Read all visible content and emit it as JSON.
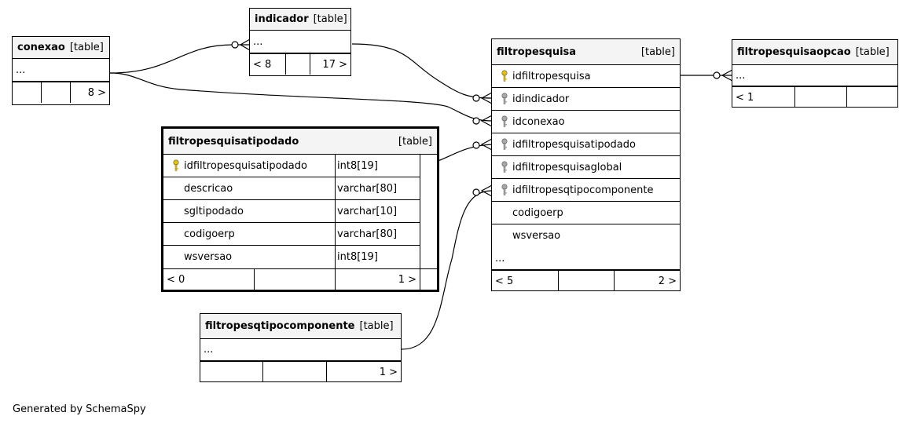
{
  "tables": {
    "indicador": {
      "name": "indicador",
      "type": "[table]",
      "body": "...",
      "foot": [
        "< 8",
        "",
        "17 >"
      ]
    },
    "conexao": {
      "name": "conexao",
      "type": "[table]",
      "body": "...",
      "foot": [
        "",
        "",
        "8 >"
      ]
    },
    "filtropesquisa": {
      "name": "filtropesquisa",
      "type": "[table]",
      "columns": [
        {
          "name": "idfiltropesquisa",
          "key": "primary"
        },
        {
          "name": "idindicador",
          "key": "foreign"
        },
        {
          "name": "idconexao",
          "key": "foreign"
        },
        {
          "name": "idfiltropesquisatipodado",
          "key": "foreign"
        },
        {
          "name": "idfiltropesquisaglobal",
          "key": "foreign"
        },
        {
          "name": "idfiltropesqtipocomponente",
          "key": "foreign"
        },
        {
          "name": "codigoerp",
          "key": ""
        },
        {
          "name": "wsversao",
          "key": ""
        }
      ],
      "more": "...",
      "foot": [
        "< 5",
        "",
        "2 >"
      ]
    },
    "filtropesquisaopcao": {
      "name": "filtropesquisaopcao",
      "type": "[table]",
      "body": "...",
      "foot": [
        "< 1",
        "",
        ""
      ]
    },
    "filtropesquisatipodado": {
      "name": "filtropesquisatipodado",
      "type": "[table]",
      "columns": [
        {
          "name": "idfiltropesquisatipodado",
          "datatype": "int8[19]",
          "key": "primary"
        },
        {
          "name": "descricao",
          "datatype": "varchar[80]",
          "key": ""
        },
        {
          "name": "sgltipodado",
          "datatype": "varchar[10]",
          "key": ""
        },
        {
          "name": "codigoerp",
          "datatype": "varchar[80]",
          "key": ""
        },
        {
          "name": "wsversao",
          "datatype": "int8[19]",
          "key": ""
        }
      ],
      "foot": [
        "< 0",
        "",
        "1 >"
      ]
    },
    "filtropesqtipocomponente": {
      "name": "filtropesqtipocomponente",
      "type": "[table]",
      "body": "...",
      "foot": [
        "",
        "",
        "1 >"
      ]
    }
  },
  "footer_text": "Generated by SchemaSpy",
  "colors": {
    "primary_key": "#e6c200",
    "foreign_key": "#a8a8a8",
    "header_bg": "#f4f4f4"
  }
}
